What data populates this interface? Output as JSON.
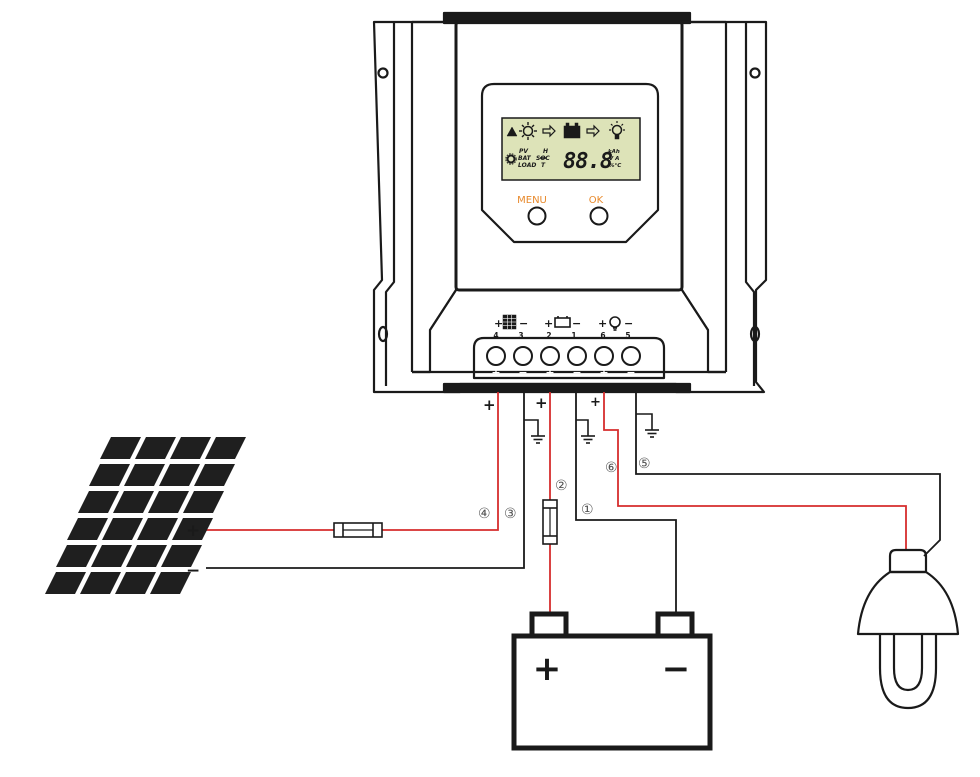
{
  "controller": {
    "buttons": {
      "menu": "MENU",
      "ok": "OK"
    },
    "lcd": {
      "row_labels": [
        "PV",
        "BAT",
        "LOAD"
      ],
      "mid_labels": [
        "H",
        "SOC",
        "T"
      ],
      "digits": "88.8",
      "units_top": "kAh",
      "units_mid": "V A",
      "units_bot": "%°C"
    },
    "terminal_numbers": [
      "4",
      "3",
      "2",
      "1",
      "6",
      "5"
    ],
    "terminal_polarity": [
      "+",
      "−",
      "+",
      "−",
      "+",
      "−"
    ],
    "group_polarity": {
      "plus": "+",
      "minus": "−"
    }
  },
  "wiring": {
    "wire_markers": [
      "①",
      "②",
      "③",
      "④",
      "⑤",
      "⑥"
    ],
    "lead_signs": {
      "pv_plus": "+",
      "bat_plus": "+",
      "load_plus": "+"
    },
    "panel_terminals": {
      "plus": "+",
      "minus": "−"
    },
    "battery_terminals": {
      "plus": "+",
      "minus": "−"
    }
  },
  "colors": {
    "positive_wire": "#d62d2d",
    "negative_wire": "#1a1a1a",
    "button_label": "#e8892b",
    "outline": "#1a1a1a"
  }
}
